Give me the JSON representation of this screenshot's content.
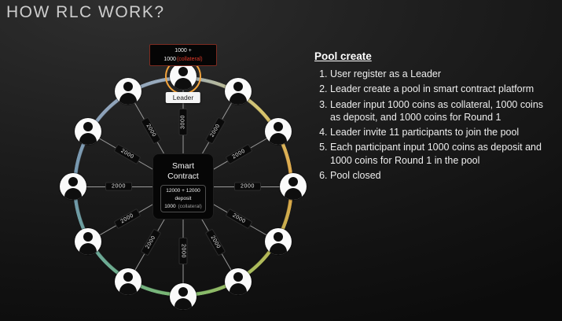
{
  "slide": {
    "title": "HOW RLC WORK?"
  },
  "pool": {
    "heading": "Pool create",
    "steps": [
      "User register as a Leader",
      "Leader create a pool in smart contract platform",
      "Leader input 1000 coins as collateral, 1000 coins as deposit, and 1000 coins for Round 1",
      "Leader invite 11 participants to join the pool",
      "Each participant input 1000 coins as deposit and 1000 coins for Round 1 in the pool",
      "Pool closed"
    ]
  },
  "diagram": {
    "leader_label": "Leader",
    "leader_box": {
      "line1": "1000 +",
      "line2_amount": "1000",
      "line2_collateral": "(collateral)"
    },
    "center": {
      "title_line1": "Smart",
      "title_line2": "Contract",
      "amount": "12000  + 12000",
      "amount_label": "deposit",
      "collateral_amount": "1000",
      "collateral_label": "(collateral)"
    },
    "edges": {
      "leader_value": "3000",
      "participant_value": "2000"
    },
    "participant_count": 11,
    "colors": {
      "leader_highlight": "#f2a33c",
      "collateral_red": "#e03a2a",
      "ring_blue_gray": "#9badbe",
      "ring_yellow": "#d6c56e",
      "ring_orange": "#e2a445",
      "ring_olive": "#aebb5a",
      "ring_green": "#7cb96e",
      "ring_teal": "#6cab93",
      "ring_steel": "#7095ad",
      "ring_slate": "#8fa3ba"
    }
  }
}
